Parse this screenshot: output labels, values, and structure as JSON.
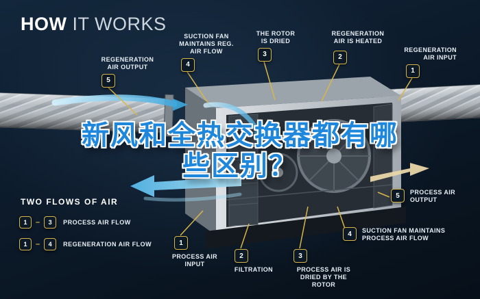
{
  "title": {
    "word1": "HOW",
    "word2": "IT WORKS"
  },
  "headline": {
    "line1": "新风和全热交换器都有哪",
    "line2": "些区别？"
  },
  "callouts_top": [
    {
      "num": "5",
      "label": "REGENERATION AIR OUTPUT"
    },
    {
      "num": "4",
      "label": "SUCTION FAN MAINTAINS REG. AIR FLOW"
    },
    {
      "num": "3",
      "label": "THE ROTOR IS DRIED"
    },
    {
      "num": "2",
      "label": "REGENERATION AIR IS HEATED"
    },
    {
      "num": "1",
      "label": "REGENERATION AIR INPUT"
    }
  ],
  "callouts_bottom": [
    {
      "num": "1",
      "label": "PROCESS AIR INPUT"
    },
    {
      "num": "2",
      "label": "FILTRATION"
    },
    {
      "num": "3",
      "label": "PROCESS AIR IS DRIED BY THE ROTOR"
    },
    {
      "num": "4",
      "label": "SUCTION FAN MAINTAINS PROCESS AIR FLOW"
    },
    {
      "num": "5",
      "label": "PROCESS AIR OUTPUT"
    }
  ],
  "legend": {
    "title": "TWO FLOWS OF AIR",
    "items": [
      {
        "from": "1",
        "dash": "–",
        "to": "3",
        "label": "PROCESS AIR FLOW"
      },
      {
        "from": "1",
        "dash": "–",
        "to": "4",
        "label": "REGENERATION AIR FLOW"
      }
    ]
  },
  "colors": {
    "background": "#0b1724",
    "accent_gold": "#d9b64a",
    "headline_blue": "#1e87dc",
    "flow_cyan": "#5fc2ee",
    "flow_tan": "#e9d6a6",
    "label_text": "#e8eef4"
  }
}
